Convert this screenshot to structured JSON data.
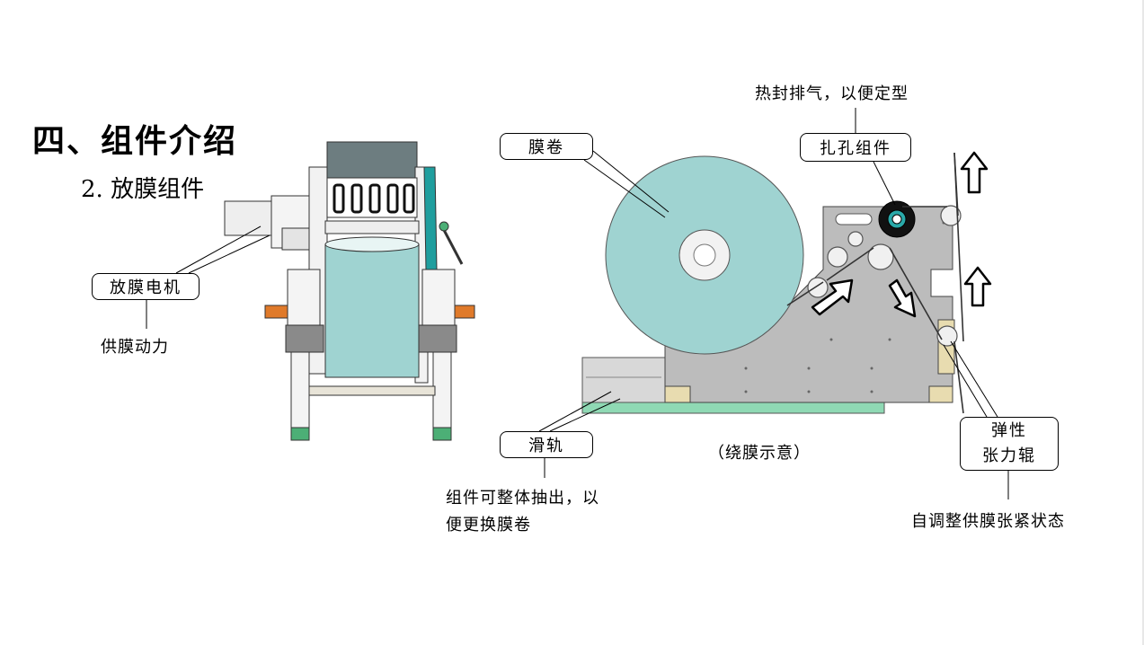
{
  "heading": {
    "title": "四、组件介绍",
    "subtitle": "2. 放膜组件"
  },
  "left_diagram": {
    "labels": {
      "motor": "放膜电机",
      "motor_note": "供膜动力"
    }
  },
  "right_diagram": {
    "labels": {
      "film_roll": "膜卷",
      "perforation": "扎孔组件",
      "perforation_note": "热封排气，以便定型",
      "rail": "滑轨",
      "rail_note_line1": "组件可整体抽出，以",
      "rail_note_line2": "便更换膜卷",
      "winding_caption": "（绕膜示意）",
      "tension_roller_line1": "弹性",
      "tension_roller_line2": "张力辊",
      "tension_note": "自调整供膜张紧状态"
    }
  },
  "colors": {
    "film_roll": "#9fd3d1",
    "plate": "#b9b9b9",
    "rail": "#d8d8d8",
    "base_strip": "#8fd9b4",
    "shaft": "#e07a2a",
    "frame_green": "#4caf76",
    "teal_arm": "#1f9e9e",
    "dark_block": "#6d7d80"
  }
}
